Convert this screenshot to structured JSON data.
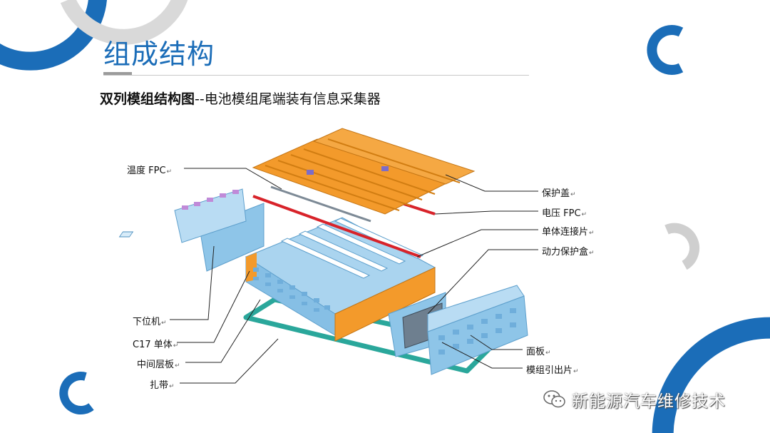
{
  "header": {
    "title": "组成结构",
    "subtitle_bold": "双列模组结构图",
    "subtitle_rest": "--电池模组尾端装有信息采集器"
  },
  "labels_left": {
    "temp_fpc": "温度 FPC",
    "lower_unit": "下位机",
    "c17_cell": "C17 单体",
    "middle_plate": "中间层板",
    "strap": "扎带"
  },
  "labels_right": {
    "cover": "保护盖",
    "voltage_fpc": "电压 FPC",
    "cell_connector": "单体连接片",
    "power_box": "动力保护盒",
    "panel": "面板",
    "module_lead": "模组引出片"
  },
  "return_mark": "↵",
  "watermark": {
    "text": "新能源汽车维修技术",
    "icon": "wechat-icon"
  },
  "colors": {
    "accent_blue": "#1b6db8",
    "deco_gray": "#d4d4d4",
    "cell_blue": "#8ec5e8",
    "cover_orange": "#f39a2b",
    "fpc_red": "#d8232a",
    "strap_teal": "#2aa79b"
  }
}
